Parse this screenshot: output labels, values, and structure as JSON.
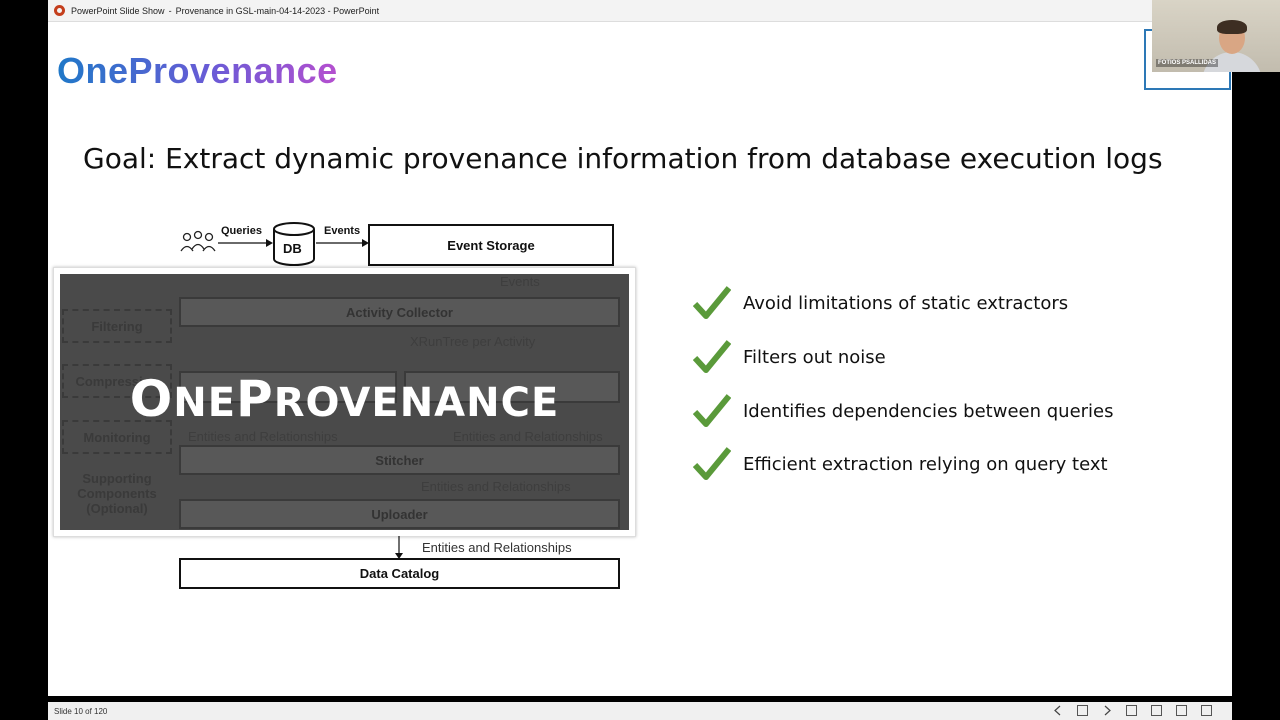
{
  "titlebar": {
    "app_name": "PowerPoint Slide Show",
    "separator": "-",
    "document": "Provenance in GSL-main-04-14-2023 - PowerPoint"
  },
  "slide": {
    "brand": "OneProvenance",
    "goal": "Goal: Extract dynamic provenance information from database execution logs",
    "diagram": {
      "queries_label": "Queries",
      "db_label": "DB",
      "events_label": "Events",
      "event_storage": "Event Storage",
      "events_down": "Events",
      "activity_collector": "Activity Collector",
      "xruntree": "XRunTree per Activity",
      "filtering": "Filtering",
      "compression": "Compression",
      "monitoring": "Monitoring",
      "supporting": "Supporting Components (Optional)",
      "entities_left": "Entities and Relationships",
      "entities_right": "Entities and Relationships",
      "stitcher": "Stitcher",
      "entities_stitch": "Entities and Relationships",
      "uploader": "Uploader",
      "entities_upload": "Entities and Relationships",
      "data_catalog": "Data Catalog",
      "overlay_title_a": "O",
      "overlay_title_b": "NE",
      "overlay_title_c": "P",
      "overlay_title_d": "ROVENANCE"
    },
    "checks": [
      "Avoid limitations of static extractors",
      "Filters out noise",
      "Identifies dependencies between queries",
      "Efficient extraction relying on query text"
    ],
    "check_color": "#5a9a3a",
    "brand_colors": [
      "#1f78c8",
      "#6a5bd6",
      "#b54fcf"
    ]
  },
  "statusbar": {
    "slide_info": "Slide 10 of 120"
  },
  "webcam": {
    "name": "FOTIOS PSALLIDAS"
  }
}
